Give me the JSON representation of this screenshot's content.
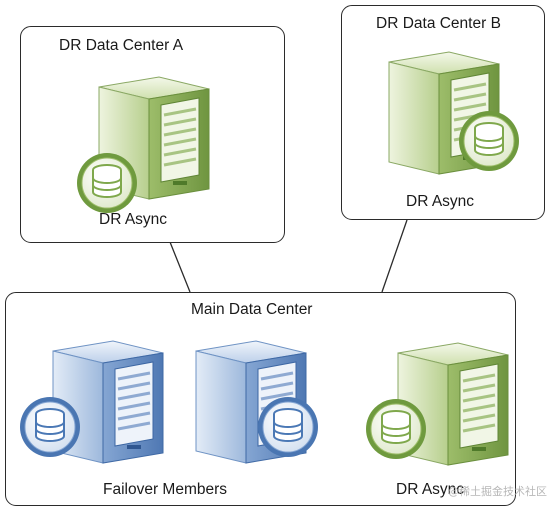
{
  "nodes": {
    "dr_a": {
      "title": "DR Data Center A",
      "label": "DR Async",
      "server_icon": "green-database-server-icon"
    },
    "dr_b": {
      "title": "DR Data Center B",
      "label": "DR Async",
      "server_icon": "green-database-server-icon"
    },
    "main": {
      "title": "Main Data Center",
      "failover_label": "Failover Members",
      "dr_label": "DR Async",
      "failover_icon": "blue-database-server-icon",
      "dr_icon": "green-database-server-icon"
    }
  },
  "edges": [
    {
      "from": "DR Data Center A",
      "to": "Main Data Center"
    },
    {
      "from": "DR Data Center B",
      "to": "Main Data Center"
    }
  ],
  "colors": {
    "green_server": "#7fa84c",
    "blue_server": "#4a78b5",
    "border": "#2b2b2b"
  },
  "watermark": "@稀土掘金技术社区"
}
